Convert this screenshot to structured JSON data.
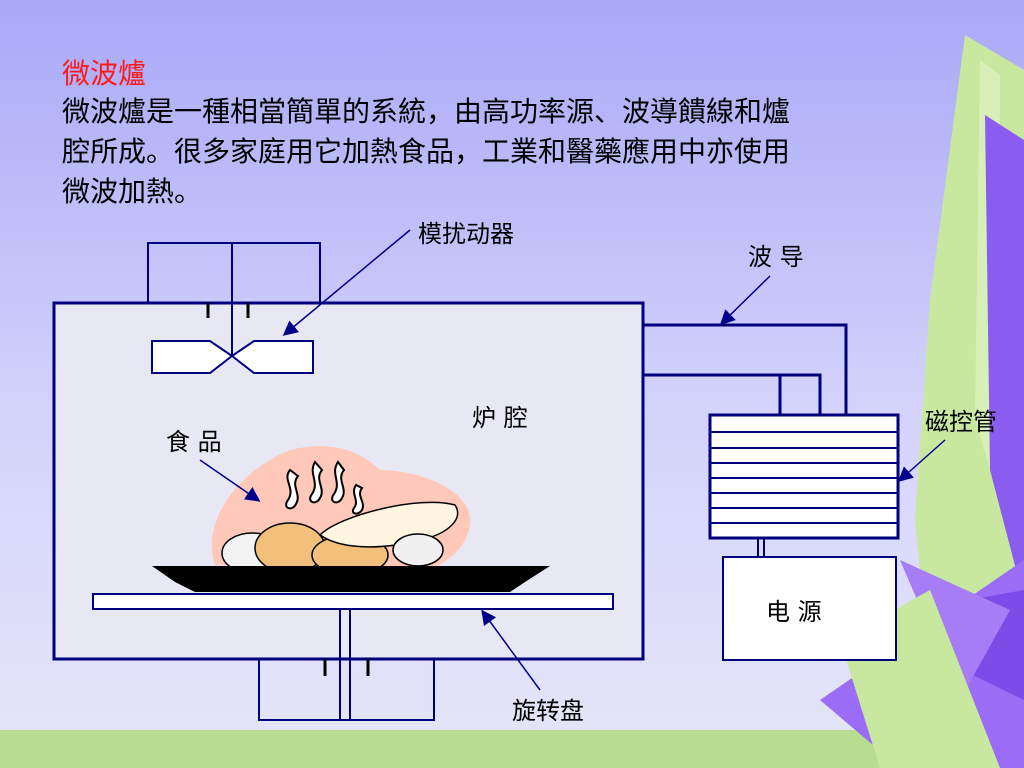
{
  "slide": {
    "heading": "微波爐",
    "paragraph_lines": [
      "微波爐是一種相當簡單的系統，由高功率源、波導饋線和爐",
      "腔所成。很多家庭用它加熱食品，工業和醫藥應用中亦使用",
      "微波加熱。"
    ]
  },
  "diagram": {
    "labels": {
      "stirrer": "模扰动器",
      "waveguide": "波 导",
      "cavity": "炉 腔",
      "food": "食 品",
      "magnetron": "磁控管",
      "power": "电  源",
      "turntable": "旋转盘"
    }
  },
  "colors": {
    "background": "#a9a9f7",
    "heading": "#ff1a1a",
    "outline": "#00007f",
    "arrow": "#00008b",
    "cavity_fill": "#e8e8f5",
    "deco_green": "#c8e8a0",
    "deco_purple": "#8a5cf0",
    "food_glow": "#ffc8b8"
  }
}
